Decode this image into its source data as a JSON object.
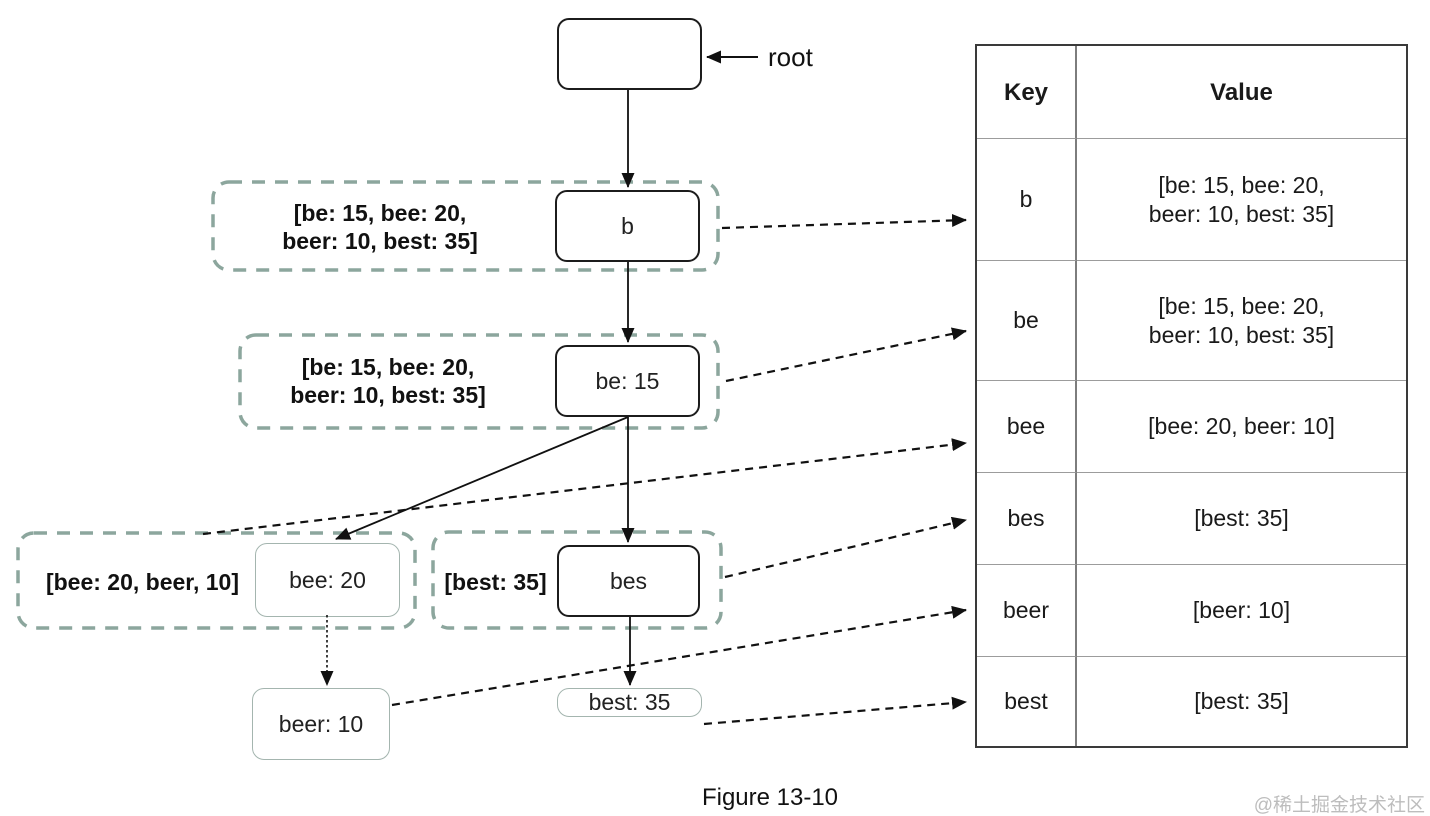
{
  "diagram": {
    "root_pointer_label": "root",
    "nodes": {
      "root": "",
      "b": "b",
      "be": "be: 15",
      "bee": "bee: 20",
      "bes": "bes",
      "beer": "beer: 10",
      "best": "best: 35"
    },
    "annotations": {
      "b": {
        "line1": "[be: 15, bee: 20,",
        "line2": "beer: 10, best: 35]"
      },
      "be": {
        "line1": "[be: 15, bee: 20,",
        "line2": "beer: 10, best: 35]"
      },
      "bee": "[bee: 20, beer, 10]",
      "bes": "[best: 35]"
    }
  },
  "table": {
    "headers": {
      "key": "Key",
      "value": "Value"
    },
    "rows": [
      {
        "key": "b",
        "value_line1": "[be: 15, bee: 20,",
        "value_line2": "beer: 10, best: 35]"
      },
      {
        "key": "be",
        "value_line1": "[be: 15, bee: 20,",
        "value_line2": "beer: 10, best: 35]"
      },
      {
        "key": "bee",
        "value": "[bee: 20, beer: 10]"
      },
      {
        "key": "bes",
        "value": "[best: 35]"
      },
      {
        "key": "beer",
        "value": "[beer: 10]"
      },
      {
        "key": "best",
        "value": "[best: 35]"
      }
    ]
  },
  "caption": "Figure 13-10",
  "watermark": "@稀土掘金技术社区",
  "colors": {
    "dashed_box": "#8ca69d",
    "light_node_border": "#a4b5af",
    "solid_node_border": "#1c1c1c",
    "arrow": "#111111",
    "table_outer_border": "#3a3a3a",
    "watermark_gray": "#bdbdbd"
  }
}
